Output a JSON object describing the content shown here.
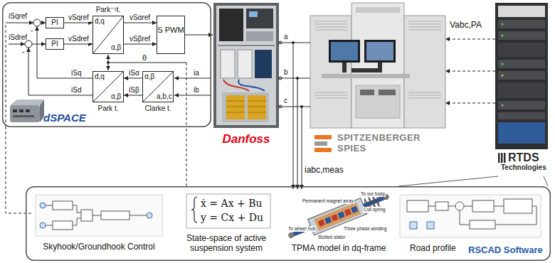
{
  "diagram": {
    "nodes": [
      {
        "text": [
          "dSPACE"
        ]
      },
      {
        "text": [
          "PI"
        ],
        "in": 0
      },
      {
        "text": [
          "Park⁻¹t.",
          "d,q",
          "α,β"
        ],
        "in": 0
      },
      {
        "text": [
          "S PWM"
        ],
        "in": 0
      },
      {
        "text": [
          "PI"
        ],
        "in": 0
      },
      {
        "text": [
          "d,q",
          "α,β",
          "Park t."
        ],
        "in": 0
      },
      {
        "text": [
          "α,β",
          "a,b,c",
          "Clarke t."
        ],
        "in": 0
      },
      {
        "text": [
          "Danfoss"
        ]
      },
      {
        "text": [
          "SPITZENBERGER SPIES"
        ]
      },
      {
        "text": [
          "RTDS",
          "Technologies"
        ]
      },
      {
        "text": [
          "RSCAD Software"
        ]
      },
      {
        "text": [
          "Skyhook/Groundhook Control"
        ],
        "in": 10
      },
      {
        "text": [
          "ẋ = Ax + Bu",
          "y = Cx + Du",
          "State-space of active suspension system"
        ],
        "in": 10
      },
      {
        "text": [
          "TPMA model in dq-frame"
        ],
        "in": 10
      },
      {
        "text": [
          "Road profile"
        ],
        "in": 10
      }
    ],
    "edges": [
      {
        "from": 1,
        "to": 2,
        "label": "vSqref",
        "arrow": "to"
      },
      {
        "from": 4,
        "to": 2,
        "label": "vSdref",
        "arrow": "to"
      },
      {
        "from": 2,
        "to": 3,
        "label": "vSαref",
        "arrow": "to"
      },
      {
        "from": 2,
        "to": 3,
        "label": "vSβref",
        "arrow": "to"
      },
      {
        "from": 6,
        "to": 5,
        "label": "iSα",
        "arrow": "to"
      },
      {
        "from": 6,
        "to": 5,
        "label": "iSβ",
        "arrow": "to"
      },
      {
        "from": 7,
        "to": 8,
        "label": "a",
        "arrow": "none"
      },
      {
        "from": 7,
        "to": 8,
        "label": "b",
        "arrow": "none"
      },
      {
        "from": 7,
        "to": 8,
        "label": "c",
        "arrow": "none"
      },
      {
        "from": 9,
        "to": 8,
        "arrow": "to"
      },
      {
        "from": 9,
        "to": 8,
        "arrow": "to"
      },
      {
        "from": 9,
        "to": 8,
        "arrow": "to"
      },
      {
        "from": 10,
        "to": 0,
        "arrow": "none"
      },
      {
        "from": 11,
        "to": 0,
        "arrow": "none"
      }
    ],
    "labels": [
      "iSqref",
      "iSdref",
      "-",
      "-",
      "iSq",
      "iSd",
      "θ",
      "ia",
      "ib",
      "Vabc,PA",
      "iabc,meas",
      "To our body",
      "Permanent magnet array",
      "Coil spring",
      "To wheel hub",
      "Three phase winding",
      "Slotted stator"
    ]
  }
}
